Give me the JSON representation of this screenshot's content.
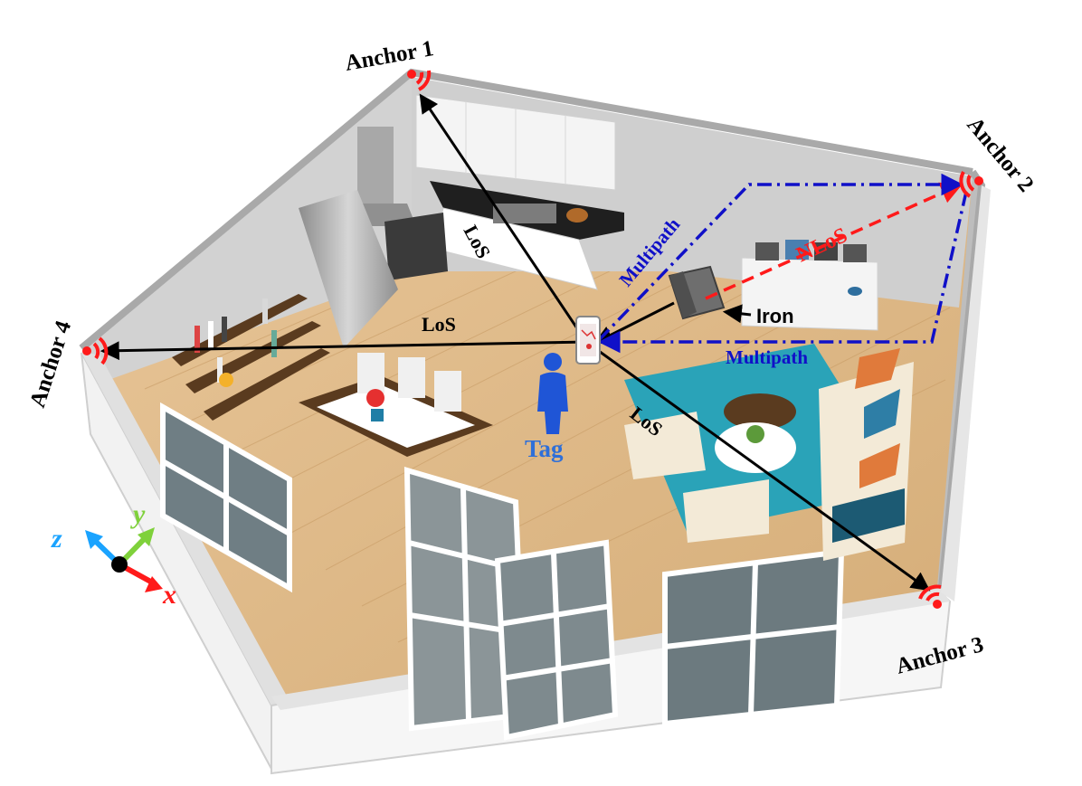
{
  "labels": {
    "anchor1": "Anchor 1",
    "anchor2": "Anchor 2",
    "anchor3": "Anchor 3",
    "anchor4": "Anchor 4",
    "tag": "Tag",
    "iron": "Iron",
    "los1": "LoS",
    "los3": "LoS",
    "los4": "LoS",
    "multipath_top": "Multipath",
    "multipath_bottom": "Multipath",
    "nlos": "NLoS",
    "axis_x": "x",
    "axis_y": "y",
    "axis_z": "z"
  },
  "colors": {
    "los": "#000000",
    "nlos": "#ff1a1a",
    "multipath": "#1010c8",
    "tag": "#2f6fd8",
    "anchor": "#ff1a1a",
    "axis_x": "#ff1a1a",
    "axis_y": "#7fd13b",
    "axis_z": "#1aa3ff"
  }
}
